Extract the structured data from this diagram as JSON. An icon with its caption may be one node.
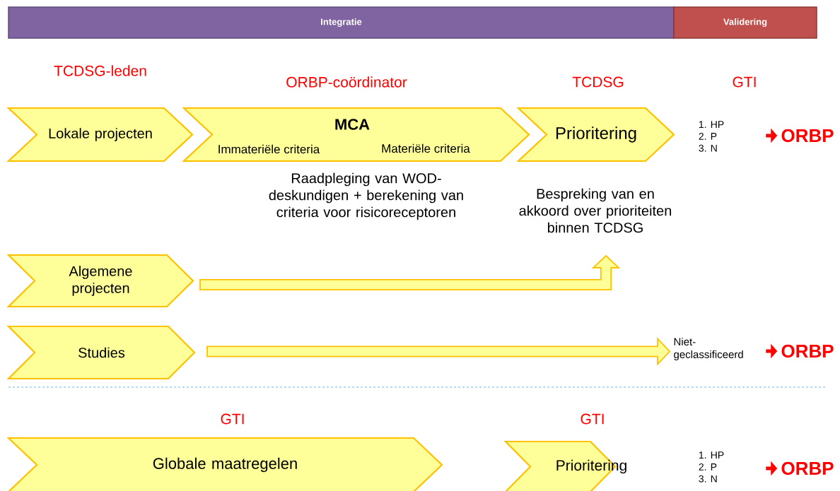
{
  "diagram": {
    "nodes": [
      {
        "text": [
          "Integratie"
        ]
      },
      {
        "text": [
          "Validering"
        ]
      },
      {
        "text": [
          "Lokale projecten"
        ]
      },
      {
        "text": [
          "MCA",
          "Immateriële criteria",
          "Materiële criteria"
        ],
        "beside": [
          "Raadpleging van WOD-deskundigen + berekening van criteria voor risicoreceptoren"
        ]
      },
      {
        "text": [
          "Prioritering"
        ],
        "beside": [
          "Bespreking van en akkoord over prioriteiten binnen TCDSG"
        ]
      },
      {
        "text": [
          "1. HP",
          "2. P",
          "3. N"
        ]
      },
      {
        "text": [
          "ORBP"
        ]
      },
      {
        "text": [
          "Algemene projecten"
        ]
      },
      {
        "text": [
          "Studies"
        ]
      },
      {
        "text": [
          "Niet-geclassificeerd"
        ]
      },
      {
        "text": [
          "ORBP"
        ]
      },
      {
        "text": [
          "Globale maatregelen"
        ]
      },
      {
        "text": [
          "Prioritering"
        ]
      },
      {
        "text": [
          "1. HP",
          "2. P",
          "3. N"
        ]
      },
      {
        "text": [
          "ORBP"
        ]
      }
    ],
    "edges": [
      {
        "from": 7,
        "to": 4,
        "arrow": "to",
        "style": "thick",
        "color": "#ffc000"
      },
      {
        "from": 8,
        "to": 9,
        "arrow": "to",
        "style": "thick",
        "color": "#ffc000"
      },
      {
        "from": null,
        "to": 6,
        "arrow": "to",
        "color": "#ff0000"
      },
      {
        "from": null,
        "to": 10,
        "arrow": "to",
        "color": "#ff0000"
      },
      {
        "from": null,
        "to": 14,
        "arrow": "to",
        "color": "#ff0000"
      }
    ],
    "labels": [
      "TCDSG-leden",
      "ORBP-coördinator",
      "TCDSG",
      "GTI",
      "GTI",
      "GTI"
    ]
  }
}
